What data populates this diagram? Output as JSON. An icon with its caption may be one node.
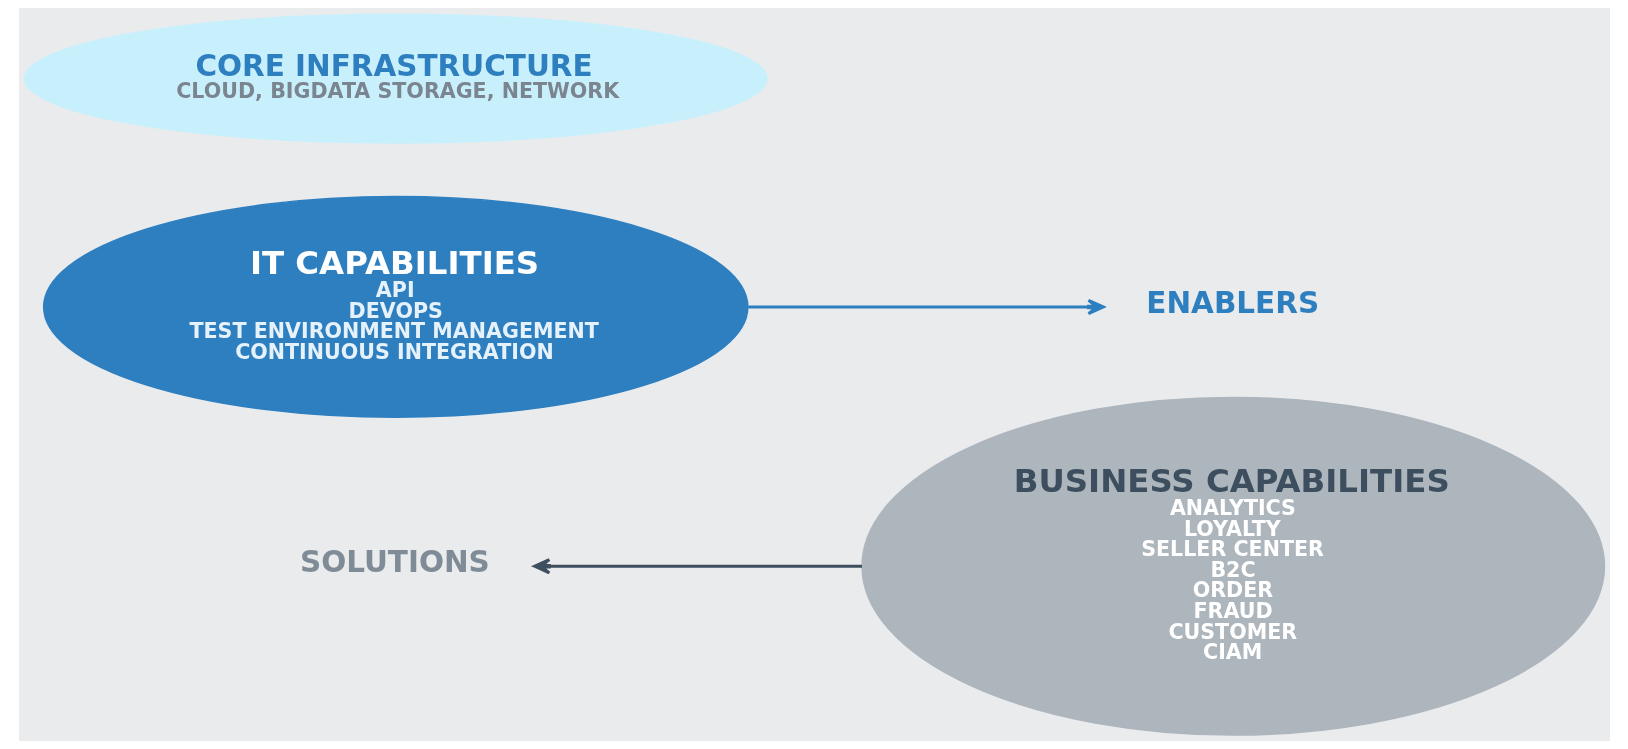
{
  "diagram": {
    "nodes": [
      {
        "text": [
          "BUSINESS CAPABILITIES",
          "ANALYTICS",
          "LOYALTY",
          "SELLER CENTER",
          "B2C",
          "ORDER",
          "FRAUD",
          "CUSTOMER",
          "CIAM"
        ]
      },
      {
        "text": [
          "IT CAPABILITIES",
          "API",
          "DEVOPS",
          "TEST ENVIRONMENT MANAGEMENT",
          "CONTINUOUS INTEGRATION"
        ]
      },
      {
        "text": [
          "CORE INFRASTRUCTURE",
          "CLOUD, BIGDATA STORAGE, NETWORK"
        ]
      },
      {
        "text": [
          "SOLUTIONS"
        ]
      },
      {
        "text": [
          "ENABLERS"
        ]
      }
    ],
    "edges": [
      {
        "from": 0,
        "to": 3,
        "arrow": "to",
        "color": "#3d4f5f"
      },
      {
        "from": 1,
        "to": 4,
        "arrow": "to",
        "color": "#2e7fc0"
      }
    ]
  }
}
